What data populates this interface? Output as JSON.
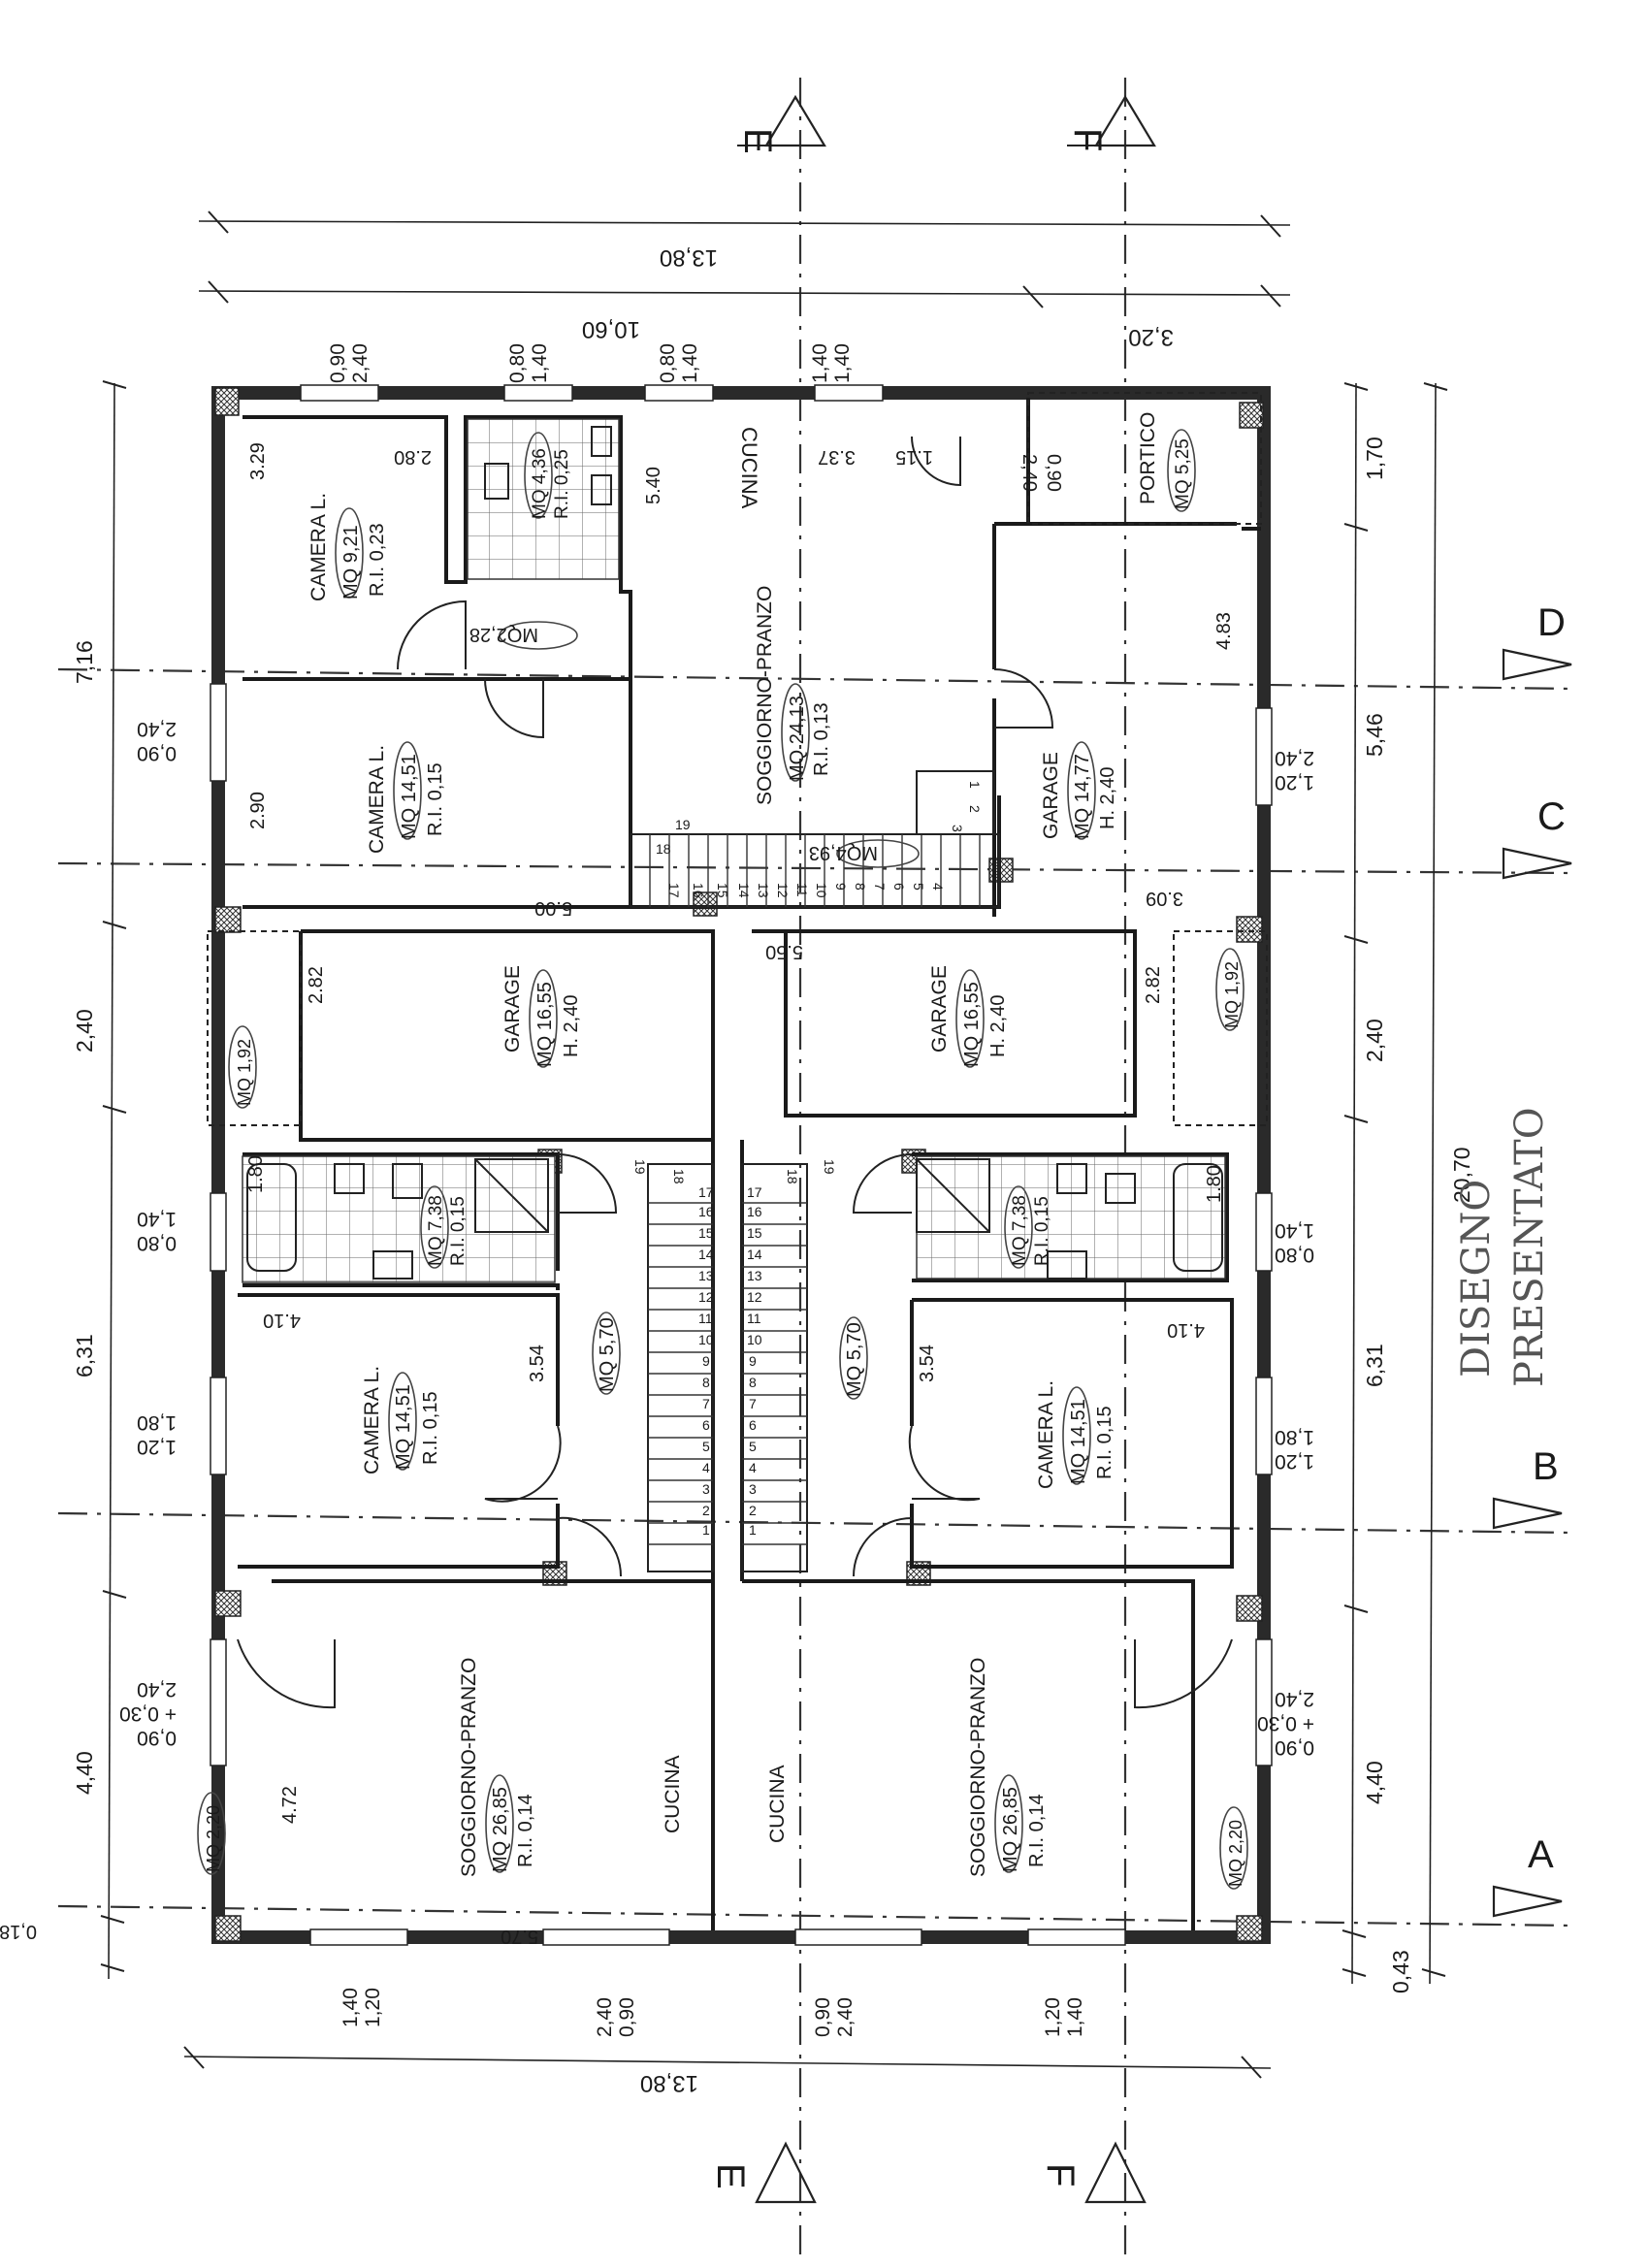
{
  "sections": {
    "vertical": [
      "E",
      "F"
    ],
    "horizontal": [
      "D",
      "C",
      "B",
      "A"
    ]
  },
  "dimensions": {
    "top_total": "13,80",
    "top_left": "10,60",
    "top_right": "3,20",
    "bottom_total": "13,80",
    "bottom_left_cut": "0,18",
    "left_chain": [
      "7,16",
      "2,40",
      "6,31",
      "4,40"
    ],
    "right_chain": [
      "1,70",
      "5,46",
      "2,40",
      "6,31",
      "4,40",
      "0,43"
    ],
    "right_total": "20,70",
    "top_openings": [
      {
        "w": "0,90",
        "h": "2,40"
      },
      {
        "w": "0,80",
        "h": "1,40"
      },
      {
        "w": "0,80",
        "h": "1,40"
      },
      {
        "w": "1,40",
        "h": "1,40"
      }
    ],
    "bottom_openings": [
      {
        "w": "1,40",
        "h": "1,20"
      },
      {
        "w": "2,40",
        "h": "0,90"
      },
      {
        "w": "0,90",
        "h": "2,40"
      },
      {
        "w": "1,20",
        "h": "1,40"
      }
    ],
    "side_openings": {
      "left_top": {
        "a": "2,40",
        "b": "0,90"
      },
      "left_bath": {
        "a": "1,40",
        "b": "0,80"
      },
      "left_camera": {
        "a": "1,80",
        "b": "1,20"
      },
      "left_soggiorno": {
        "a": "2,40",
        "b": "+ 0,30",
        "c": "0,90"
      },
      "right_garage": {
        "a": "2,40",
        "b": "1,20"
      },
      "right_bath": {
        "a": "1,40",
        "b": "0,80"
      },
      "right_camera": {
        "a": "1,80",
        "b": "1,20"
      },
      "right_soggiorno": {
        "a": "2,40",
        "b": "+ 0,30",
        "c": "0,90"
      }
    }
  },
  "rooms": {
    "camera_top": {
      "name": "CAMERA L.",
      "area": "MQ 9,21",
      "ri": "R.I. 0,23",
      "d1": "3.29",
      "d2": "2.80"
    },
    "bagno_top": {
      "area": "MQ 4,36",
      "ri": "R.I. 0,25"
    },
    "cucina_top": {
      "name": "CUCINA",
      "d1": "5.40",
      "d2": "3.37",
      "d3": "1.15"
    },
    "disimpegno_top": {
      "area": "MQ2,28"
    },
    "portico": {
      "name": "PORTICO",
      "area": "MQ 5,25",
      "w": "2,40",
      "h": "0,90"
    },
    "camera_mid": {
      "name": "CAMERA L.",
      "area": "MQ 14,51",
      "ri": "R.I. 0,15",
      "d1": "2.90",
      "d2": "5.00"
    },
    "soggiorno_top": {
      "name": "SOGGIORNO-PRANZO",
      "area": "MQ 24,13",
      "ri": "R.I. 0,13"
    },
    "garage_top": {
      "name": "GARAGE",
      "area": "MQ 14,77",
      "h": "H. 2,40",
      "d1": "4.83",
      "d2": "3.09"
    },
    "stair_top": {
      "area": "MQ4,93"
    },
    "garage_left": {
      "name": "GARAGE",
      "area": "MQ 16,55",
      "h": "H. 2,40",
      "d1": "2.82"
    },
    "garage_right": {
      "name": "GARAGE",
      "area": "MQ 16,55",
      "h": "H. 2,40",
      "d1": "2.82",
      "d2": "5.50"
    },
    "lightwell_left": {
      "area": "MQ 1,92"
    },
    "lightwell_right": {
      "area": "MQ 1,92"
    },
    "bagno_left": {
      "area": "MQ 7,38",
      "ri": "R.I. 0,15",
      "d1": "1.80"
    },
    "bagno_right": {
      "area": "MQ 7,38",
      "ri": "R.I. 0,15",
      "d1": "1.80"
    },
    "corridor_left": {
      "area": "MQ 5,70"
    },
    "corridor_right": {
      "area": "MQ 5,70"
    },
    "camera_left": {
      "name": "CAMERA L.",
      "area": "MQ 14,51",
      "ri": "R.I. 0,15",
      "d1": "4.10",
      "d2": "3.54"
    },
    "camera_right": {
      "name": "CAMERA L.",
      "area": "MQ 14,51",
      "ri": "R.I. 0,15",
      "d1": "4.10",
      "d2": "3.54"
    },
    "soggiorno_left": {
      "name": "SOGGIORNO-PRANZO",
      "area": "MQ 26,85",
      "ri": "R.I. 0,14",
      "d1": "4.72",
      "d2": "5.70",
      "kitchen": "CUCINA"
    },
    "soggiorno_right": {
      "name": "SOGGIORNO-PRANZO",
      "area": "MQ 26,85",
      "ri": "R.I. 0,14",
      "kitchen": "CUCINA"
    },
    "terrace_left": {
      "area": "MQ 2,20"
    },
    "terrace_right": {
      "area": "MQ 2,20"
    }
  },
  "stairs": {
    "top_steps": [
      "19",
      "18",
      "17",
      "16",
      "15",
      "14",
      "13",
      "12",
      "11",
      "10",
      "9",
      "8",
      "7",
      "6",
      "5",
      "4",
      "3",
      "2",
      "1"
    ],
    "lower_steps": [
      "1",
      "2",
      "3",
      "4",
      "5",
      "6",
      "7",
      "8",
      "9",
      "10",
      "11",
      "12",
      "13",
      "14",
      "15",
      "16",
      "17",
      "18",
      "19"
    ]
  },
  "stamp": {
    "line1": "DISEGNO",
    "line2": "PRESENTATO"
  }
}
